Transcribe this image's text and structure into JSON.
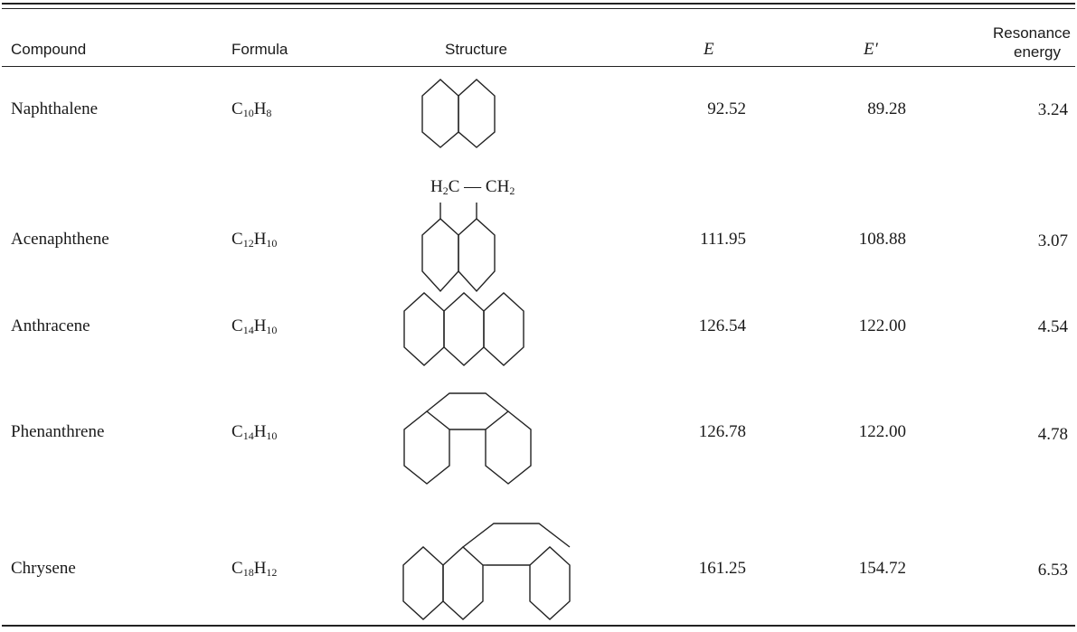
{
  "header": {
    "compound": "Compound",
    "formula": "Formula",
    "structure": "Structure",
    "e": "E",
    "e_prime": "E′",
    "resonance_line1": "Resonance",
    "resonance_line2": "energy"
  },
  "rows": [
    {
      "compound": "Naphthalene",
      "formula_base1": "C",
      "formula_sub1": "10",
      "formula_base2": "H",
      "formula_sub2": "8",
      "e": "92.52",
      "e_prime": "89.28",
      "resonance": "3.24"
    },
    {
      "compound": "Acenaphthene",
      "formula_base1": "C",
      "formula_sub1": "12",
      "formula_base2": "H",
      "formula_sub2": "10",
      "e": "111.95",
      "e_prime": "108.88",
      "resonance": "3.07",
      "structure_label_left": "H",
      "structure_label_left_sub": "2",
      "structure_label_left_c": "C",
      "structure_label_dash": "—",
      "structure_label_right": "CH",
      "structure_label_right_sub": "2"
    },
    {
      "compound": "Anthracene",
      "formula_base1": "C",
      "formula_sub1": "14",
      "formula_base2": "H",
      "formula_sub2": "10",
      "e": "126.54",
      "e_prime": "122.00",
      "resonance": "4.54"
    },
    {
      "compound": "Phenanthrene",
      "formula_base1": "C",
      "formula_sub1": "14",
      "formula_base2": "H",
      "formula_sub2": "10",
      "e": "126.78",
      "e_prime": "122.00",
      "resonance": "4.78"
    },
    {
      "compound": "Chrysene",
      "formula_base1": "C",
      "formula_sub1": "18",
      "formula_base2": "H",
      "formula_sub2": "12",
      "e": "161.25",
      "e_prime": "154.72",
      "resonance": "6.53"
    }
  ]
}
